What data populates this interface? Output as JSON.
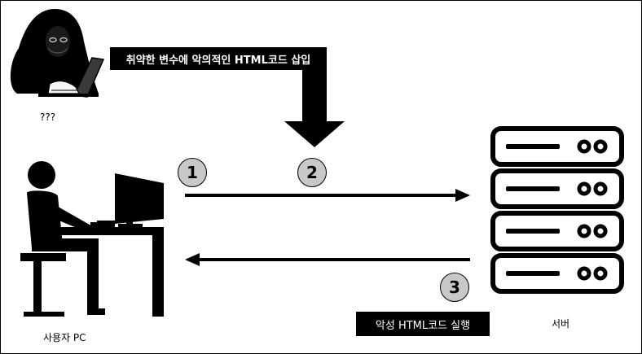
{
  "attacker": {
    "icon": "hacker-icon",
    "label": "???"
  },
  "user": {
    "icon": "user-at-computer-icon",
    "label": "사용자 PC"
  },
  "server": {
    "icon": "server-rack-icon",
    "label": "서버"
  },
  "steps": {
    "inject": "취약한 변수에 악의적인 HTML코드 삽입",
    "execute": "악성 HTML코드 실행",
    "badge1": "1",
    "badge2": "2",
    "badge3": "3"
  },
  "colors": {
    "ink": "#000000",
    "badge_fill": "#c8c8c8",
    "background": "#ffffff"
  }
}
